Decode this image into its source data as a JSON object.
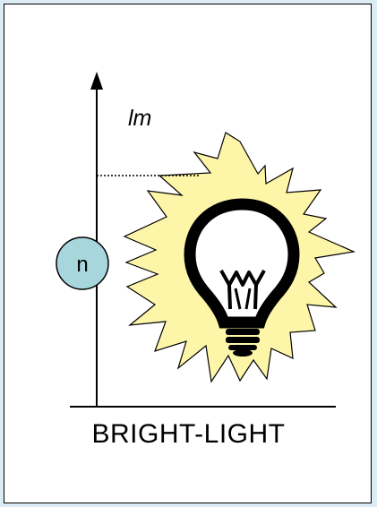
{
  "diagram": {
    "axis_unit": "lm",
    "indicator_symbol": "n",
    "caption": "BRIGHT-LIGHT"
  },
  "colors": {
    "background": "#dcecf4",
    "panel": "#ffffff",
    "burst_fill": "#fdf6a8",
    "indicator_fill": "#a7d6dd",
    "ink": "#000000"
  },
  "icons": [
    "arrow-up-icon",
    "light-bulb-icon",
    "starburst-icon"
  ]
}
